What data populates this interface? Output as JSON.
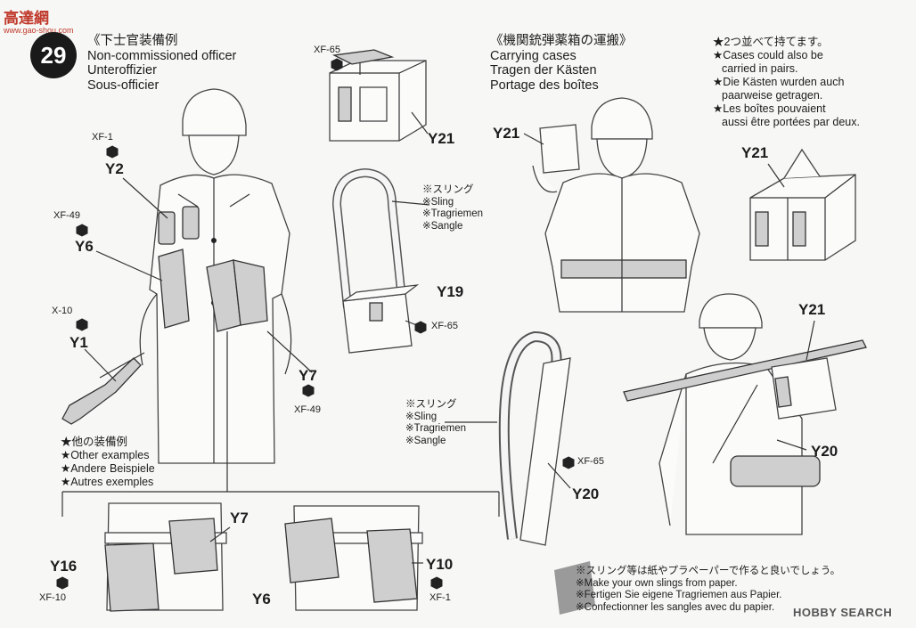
{
  "watermark_top": {
    "chars": "高達網",
    "domain": "www.gao-shou.com"
  },
  "watermark_bottom": "HOBBY SEARCH",
  "step": {
    "number": "29"
  },
  "section1": {
    "jp": "《下士官装備例",
    "en": "Non-commissioned officer",
    "de": "Unteroffizier",
    "fr": "Sous-officier"
  },
  "section2": {
    "jp": "《機関銃弾薬箱の運搬》",
    "en": "Carrying cases",
    "de": "Tragen der Kästen",
    "fr": "Portage des boîtes"
  },
  "pairs_note": [
    "★2つ並べて持てます。",
    "★Cases could also be",
    "carried in pairs.",
    "★Die Kästen wurden auch",
    "paarweise getragen.",
    "★Les boîtes pouvaient",
    "aussi être portées par deux."
  ],
  "sling1": [
    "※スリング",
    "※Sling",
    "※Tragriemen",
    "※Sangle"
  ],
  "sling2": [
    "※スリング",
    "※Sling",
    "※Tragriemen",
    "※Sangle"
  ],
  "other_examples": [
    "★他の装備例",
    "★Other examples",
    "★Andere Beispiele",
    "★Autres exemples"
  ],
  "footnote": [
    "※スリング等は紙やプラペーパーで作ると良いでしょう。",
    "※Make your own slings from paper.",
    "※Fertigen Sie eigene Tragriemen aus Papier.",
    "※Confectionner les sangles avec du papier."
  ],
  "callouts": {
    "y2": {
      "part": "Y2",
      "paint": "XF-1"
    },
    "y6": {
      "part": "Y6",
      "paint": "XF-49"
    },
    "y1": {
      "part": "Y1",
      "paint": "X-10"
    },
    "y7": {
      "part": "Y7",
      "paint": "XF-49"
    },
    "y21_box": {
      "part": "Y21",
      "paint": "XF-65"
    },
    "y19": {
      "part": "Y19",
      "paint": "XF-65"
    },
    "y20": {
      "part": "Y20",
      "paint": "XF-65"
    },
    "y21_a": {
      "part": "Y21"
    },
    "y21_b": {
      "part": "Y21"
    },
    "y21_c": {
      "part": "Y21"
    },
    "y20_b": {
      "part": "Y20"
    },
    "y16": {
      "part": "Y16",
      "paint": "XF-10"
    },
    "y7_b": {
      "part": "Y7"
    },
    "y6_b": {
      "part": "Y6"
    },
    "y10": {
      "part": "Y10",
      "paint": "XF-1"
    }
  }
}
